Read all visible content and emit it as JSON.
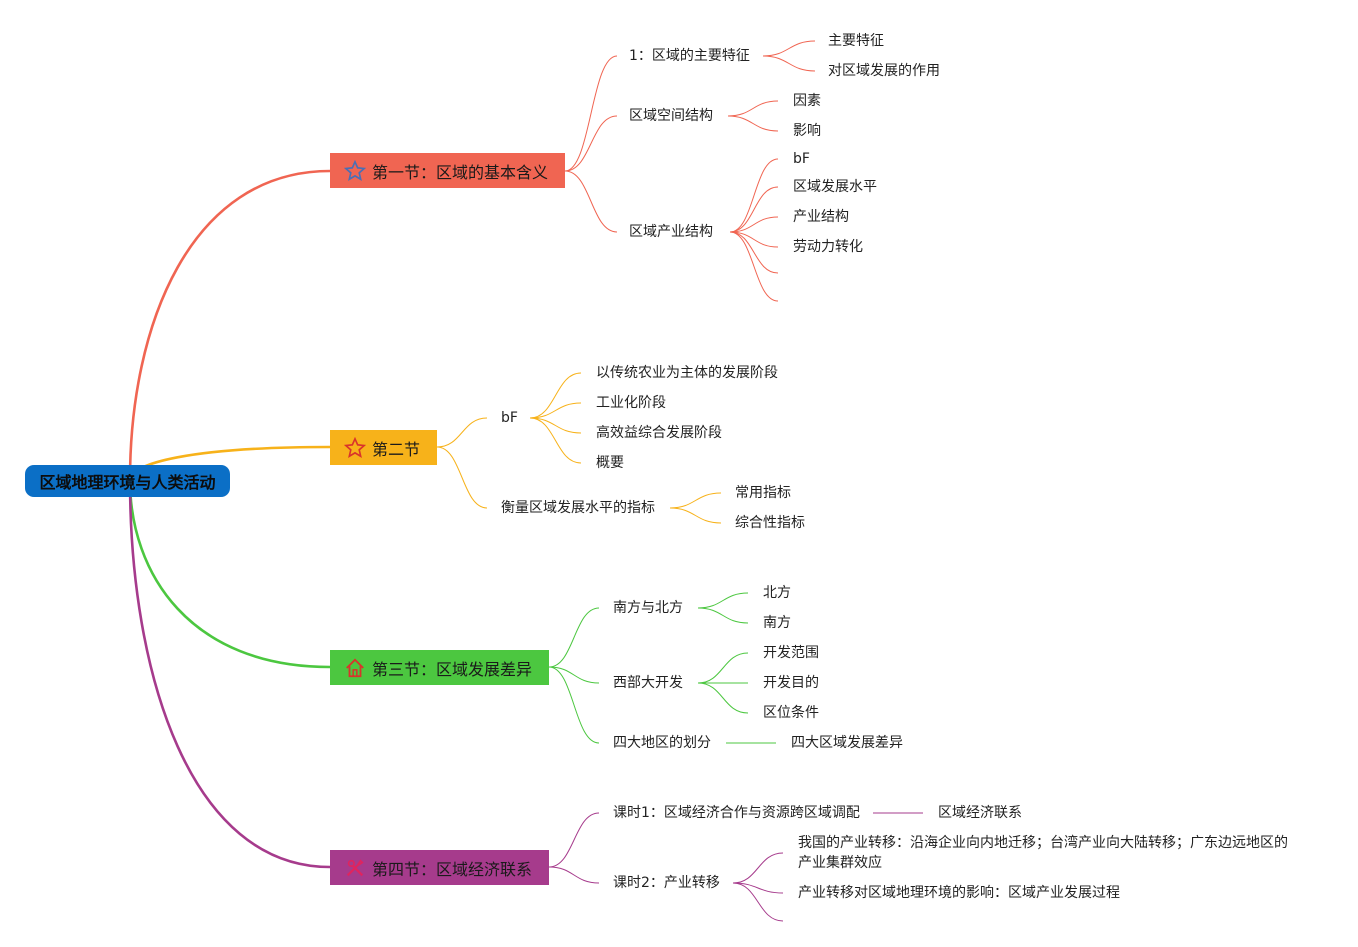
{
  "root": {
    "label": "区域地理环境与人类活动",
    "color": "#0b6fc6"
  },
  "branches": [
    {
      "label": "第一节：区域的基本含义",
      "icon": "star-outline-icon",
      "color": "#f06552",
      "children": [
        {
          "label": "1：区域的主要特征",
          "children": [
            "主要特征",
            "对区域发展的作用"
          ]
        },
        {
          "label": "区域空间结构",
          "children": [
            "因素",
            "影响"
          ]
        },
        {
          "label": "区域产业结构",
          "children": [
            "bF",
            "区域发展水平",
            "产业结构",
            "劳动力转化",
            "",
            ""
          ]
        }
      ]
    },
    {
      "label": "第二节",
      "icon": "star-filled-icon",
      "color": "#f7b21a",
      "children": [
        {
          "label": "bF",
          "children": [
            "以传统农业为主体的发展阶段",
            "工业化阶段",
            "高效益综合发展阶段",
            "概要"
          ]
        },
        {
          "label": "衡量区域发展水平的指标",
          "children": [
            "常用指标",
            "综合性指标"
          ]
        }
      ]
    },
    {
      "label": "第三节：区域发展差异",
      "icon": "home-icon",
      "color": "#4cc740",
      "children": [
        {
          "label": "南方与北方",
          "children": [
            "北方",
            "南方"
          ]
        },
        {
          "label": "西部大开发",
          "children": [
            "开发范围",
            "开发目的",
            "区位条件"
          ]
        },
        {
          "label": "四大地区的划分",
          "children": [
            "四大区域发展差异"
          ]
        }
      ]
    },
    {
      "label": "第四节：区域经济联系",
      "icon": "tools-icon",
      "color": "#a63b8c",
      "children": [
        {
          "label": "课时1：区域经济合作与资源跨区域调配",
          "children": [
            "区域经济联系"
          ]
        },
        {
          "label": "课时2：产业转移",
          "children": [
            "我国的产业转移：沿海企业向内地迁移；台湾产业向大陆转移；广东边远地区的产业集群效应",
            "产业转移对区域地理环境的影响：区域产业发展过程",
            ""
          ]
        }
      ]
    }
  ]
}
